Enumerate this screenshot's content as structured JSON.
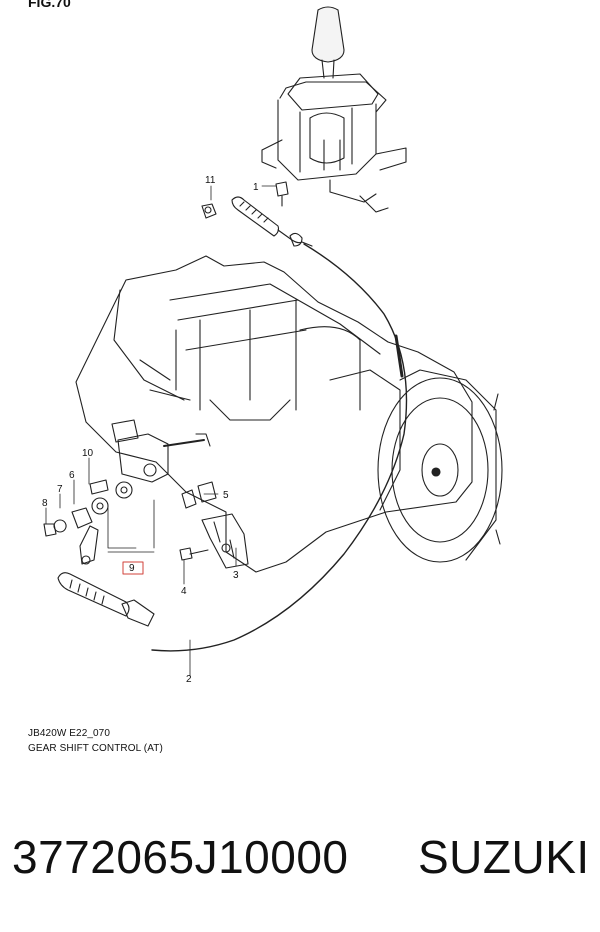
{
  "figure": {
    "label": "FIG.70"
  },
  "callouts": {
    "c1": "1",
    "c2": "2",
    "c3": "3",
    "c4": "4",
    "c5": "5",
    "c6": "6",
    "c7": "7",
    "c8": "8",
    "c9": "9",
    "c10": "10",
    "c11": "11"
  },
  "caption": {
    "code": "JB420W E22_070",
    "title": "GEAR SHIFT CONTROL (AT)"
  },
  "product": {
    "part_number": "3772065J10000",
    "brand": "SUZUKI"
  },
  "colors": {
    "line": "#222222",
    "highlight_box": "#d0403a"
  }
}
